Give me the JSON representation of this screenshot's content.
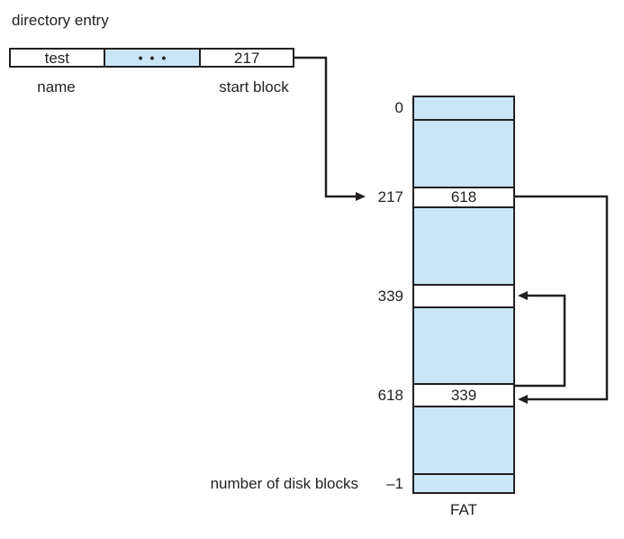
{
  "colors": {
    "blue": "#c9e5f6",
    "line": "#231f20"
  },
  "header": {
    "title": "directory entry"
  },
  "directory_entry": {
    "name_value": "test",
    "dots": "•••",
    "start_block_value": "217",
    "name_label": "name",
    "start_block_label": "start block"
  },
  "fat": {
    "caption": "FAT",
    "note_label": "number of disk blocks",
    "entries": [
      {
        "index": "0",
        "value": "",
        "fill": "blue",
        "h": 24
      },
      {
        "index": "",
        "value": "",
        "fill": "blue",
        "h": 75
      },
      {
        "index": "217",
        "value": "618",
        "fill": "white",
        "h": 22
      },
      {
        "index": "",
        "value": "",
        "fill": "blue",
        "h": 86
      },
      {
        "index": "339",
        "value": "",
        "fill": "white",
        "h": 25
      },
      {
        "index": "",
        "value": "",
        "fill": "blue",
        "h": 85
      },
      {
        "index": "618",
        "value": "339",
        "fill": "white",
        "h": 25
      },
      {
        "index": "",
        "value": "",
        "fill": "blue",
        "h": 75
      },
      {
        "index": "–1",
        "value": "",
        "fill": "blue",
        "h": 21
      }
    ],
    "chain": [
      {
        "from_index": "217",
        "to_index": "618"
      },
      {
        "from_index": "618",
        "to_index": "339"
      }
    ]
  }
}
